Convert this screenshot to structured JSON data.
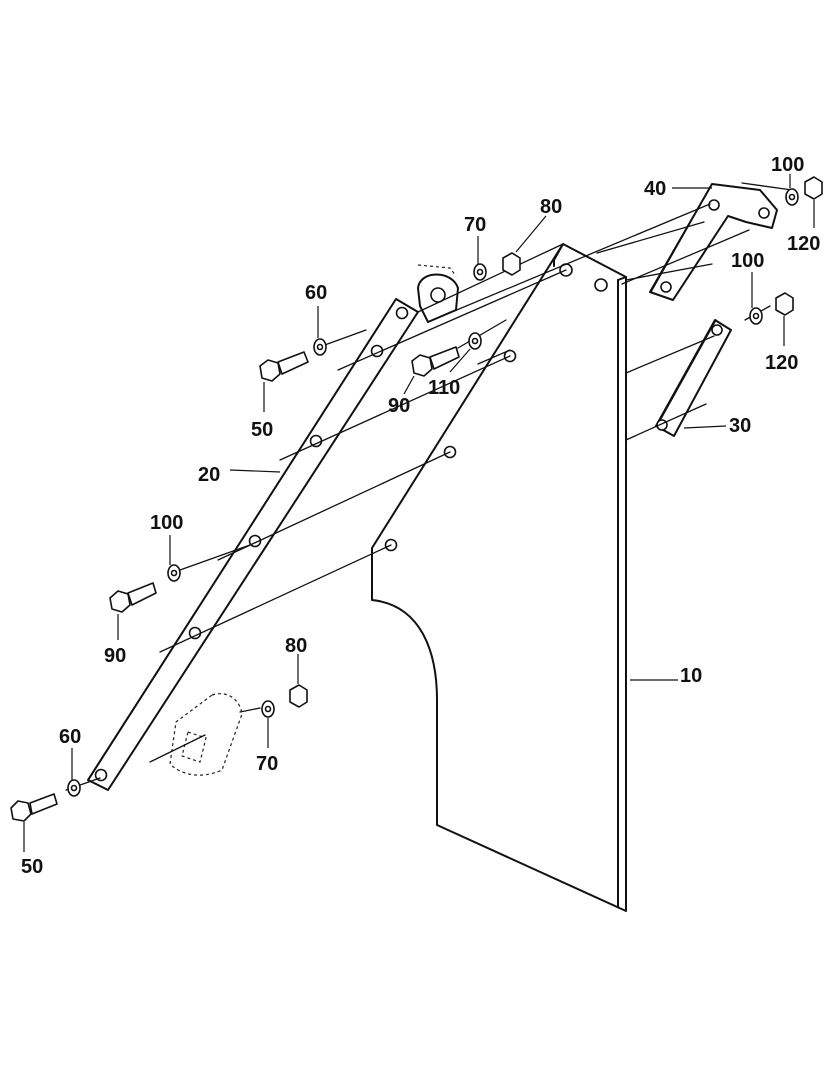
{
  "callouts": [
    {
      "id": "c10",
      "label": "10"
    },
    {
      "id": "c20",
      "label": "20"
    },
    {
      "id": "c30",
      "label": "30"
    },
    {
      "id": "c40",
      "label": "40"
    },
    {
      "id": "c50a",
      "label": "50"
    },
    {
      "id": "c50b",
      "label": "50"
    },
    {
      "id": "c60a",
      "label": "60"
    },
    {
      "id": "c60b",
      "label": "60"
    },
    {
      "id": "c70a",
      "label": "70"
    },
    {
      "id": "c70b",
      "label": "70"
    },
    {
      "id": "c80a",
      "label": "80"
    },
    {
      "id": "c80b",
      "label": "80"
    },
    {
      "id": "c90a",
      "label": "90"
    },
    {
      "id": "c90b",
      "label": "90"
    },
    {
      "id": "c100a",
      "label": "100"
    },
    {
      "id": "c100b",
      "label": "100"
    },
    {
      "id": "c100c",
      "label": "100"
    },
    {
      "id": "c110",
      "label": "110"
    },
    {
      "id": "c120a",
      "label": "120"
    },
    {
      "id": "c120b",
      "label": "120"
    }
  ]
}
